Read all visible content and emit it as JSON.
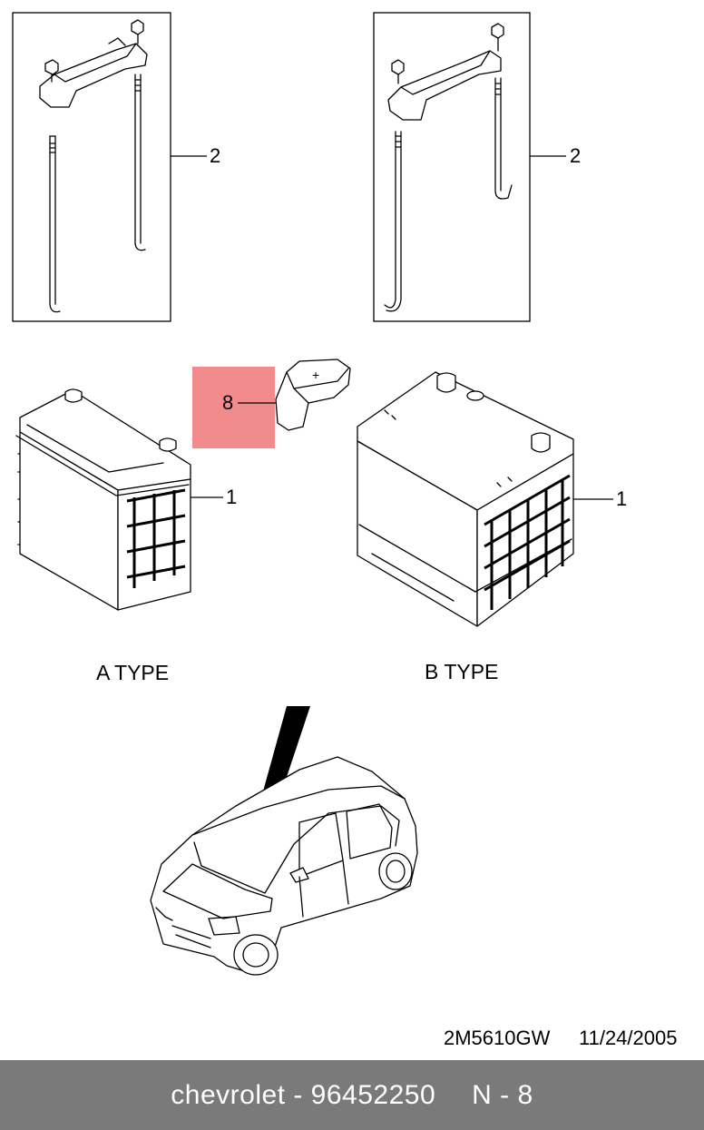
{
  "callouts": {
    "bracket_left": "2",
    "bracket_right": "2",
    "terminal_cover": "8",
    "battery_a": "1",
    "battery_b": "1"
  },
  "labels": {
    "type_a": "A TYPE",
    "type_b": "B TYPE"
  },
  "document": {
    "ref_code": "2M5610GW",
    "date": "11/24/2005"
  },
  "footer": {
    "part_text": "chevrolet - 96452250",
    "position_text": "N - 8"
  },
  "colors": {
    "highlight": "#f28b8b",
    "footer_bg": "#7a7a7a",
    "footer_text": "#ffffff"
  }
}
